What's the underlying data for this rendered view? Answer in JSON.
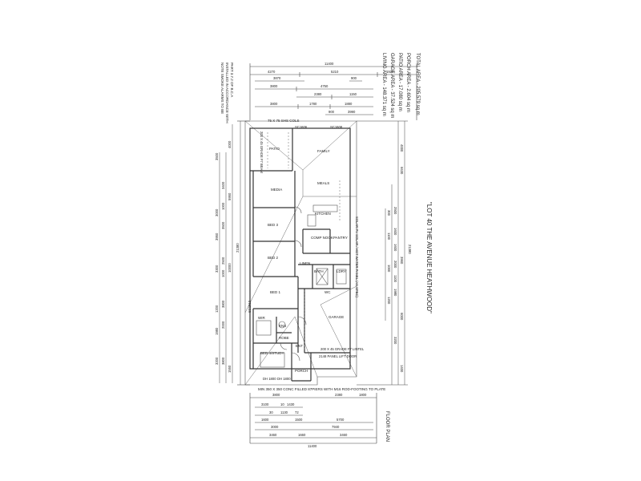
{
  "notes": {
    "smoke_alarms": [
      "NOTE SMOKE ALARMS TO BE",
      "INSTALLED IN ACCORDANCE WITH",
      "PART 3.7.2 OF B.C.A"
    ],
    "cols": "75 X 75 SHS COLS",
    "footing": "MIN 350 X 350 CONC FILLED 87PIERS WITH M16 ROD-FOOTING TO PLATE",
    "garage_door": "2148 PANEL LIFT DOOR",
    "beam_top": "200 X 45 GRADE F7 BEAM",
    "beam_garage": "200 X 45 GRADE F7 LINTEL",
    "sc1": "SC1606",
    "sc2": "SC1608",
    "sc3": "SC1610",
    "solar": "SOLAR PV SOLAR / HOT WATER PANEL (AS SPEC)"
  },
  "areas": [
    "LIVING AREA - 148.371 sq m",
    "GARAGE AREA - 37.524 sq m",
    "PATIO AREA - 17.080 sq m",
    "PORCH AREA - 2.604 sq m",
    "TOTAL AREA - 205.579 sq m"
  ],
  "address": "\"LOT 40 THE AVENUE HEATHWOOD\"",
  "plan_title": "FLOOR PLAN",
  "rooms": {
    "patio": "PATIO",
    "family": "FAMILY",
    "meals": "MEALS",
    "media": "MEDIA",
    "kitchen": "KITCHEN",
    "bed3": "BED 3",
    "bed2": "BED 2",
    "bed1": "BED 1",
    "comp_nook": "COMP NOOK",
    "pantry": "PANTRY",
    "bath": "BATH",
    "ldry": "LDRY",
    "wc": "WC",
    "linen": "LINEN",
    "garage": "GARAGE",
    "ens": "ENS",
    "robe": "ROBE",
    "wir": "WIR",
    "bed_master": "BED 4/STUDY",
    "ent": "ENT",
    "porch": "PORCH"
  },
  "dims_top": {
    "overall": "11400",
    "row1": [
      "4270",
      "5210",
      "1920"
    ],
    "row2": [
      "3870",
      "900"
    ],
    "row3": [
      "3800",
      "4750"
    ],
    "row4": [
      "2380",
      "1150"
    ],
    "row5": [
      "3800",
      "1780",
      "1880"
    ],
    "row6": [
      "900",
      "3990"
    ]
  },
  "dims_left": {
    "overall": "21380",
    "a": [
      "4000",
      "5950",
      "10000",
      "1550"
    ],
    "b": [
      "3400",
      "1000",
      "3500",
      "2500",
      "1000",
      "3800",
      "2000",
      "3800"
    ],
    "c": [
      "3500",
      "3000",
      "3950",
      "3300",
      "1200",
      "1980",
      "3200"
    ]
  },
  "dims_right": {
    "overall": "21380",
    "a": [
      "4000",
      "6630",
      "3960",
      "6000",
      "1400"
    ],
    "b": [
      "2500",
      "1600",
      "1600",
      "2000",
      "1100",
      "1980",
      "3200"
    ],
    "c": [
      "300",
      "1100",
      "1000",
      "1200"
    ]
  },
  "dims_bottom": {
    "overall": "11400",
    "row1": [
      "3800",
      "2380",
      "1800"
    ],
    "row2": [
      "3100",
      "10",
      "1430"
    ],
    "row3": [
      "30",
      "1130",
      "72"
    ],
    "row4": [
      "1600",
      "1500",
      "5700"
    ],
    "row5": [
      "3000",
      "7940"
    ],
    "row6": [
      "3460",
      "1660",
      "3460"
    ]
  },
  "window_labels": [
    "DH 1800",
    "DH 1800"
  ]
}
